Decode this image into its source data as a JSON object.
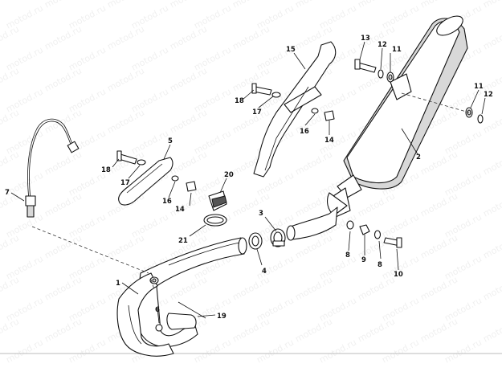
{
  "watermark": {
    "text": "motod.ru"
  },
  "callouts": {
    "c1": "1",
    "c2": "2",
    "c3": "3",
    "c4": "4",
    "c5": "5",
    "c6": "6",
    "c7": "7",
    "c8a": "8",
    "c8b": "8",
    "c9": "9",
    "c10": "10",
    "c11a": "11",
    "c11b": "11",
    "c12a": "12",
    "c12b": "12",
    "c13": "13",
    "c14a": "14",
    "c14b": "14",
    "c15": "15",
    "c16a": "16",
    "c16b": "16",
    "c17a": "17",
    "c17b": "17",
    "c18a": "18",
    "c18b": "18",
    "c19": "19",
    "c20": "20",
    "c21": "21"
  }
}
